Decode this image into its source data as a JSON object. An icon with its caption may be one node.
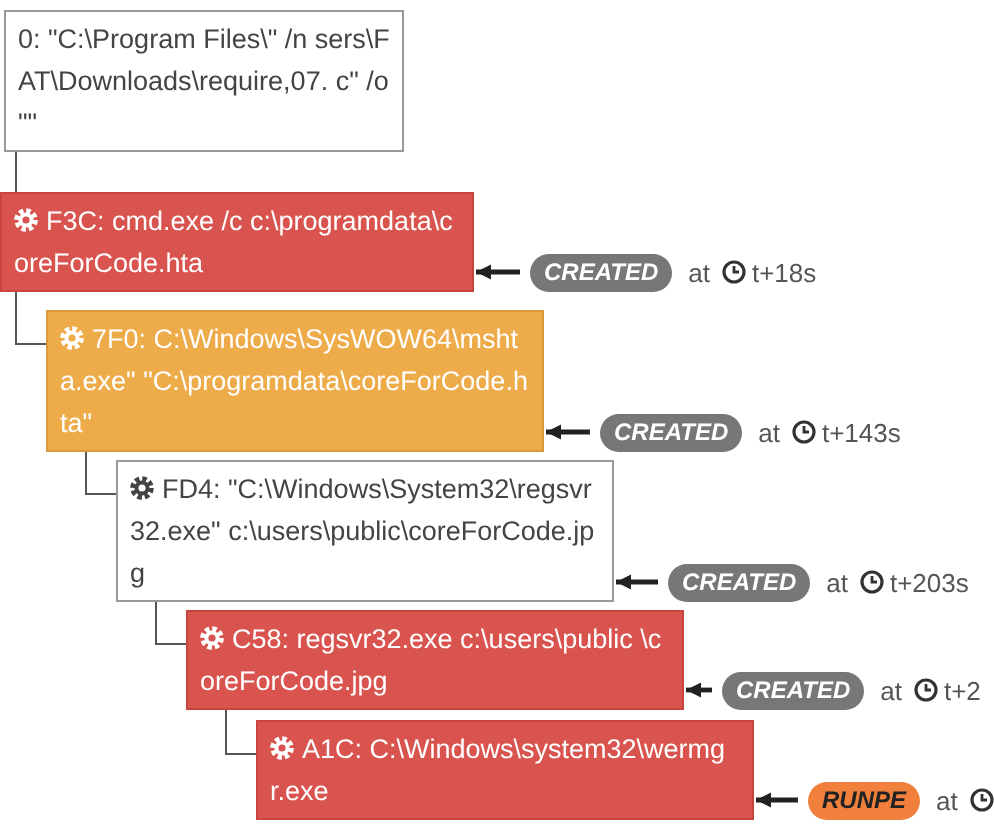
{
  "diagram": {
    "nodes": [
      {
        "text": [
          "0: \"C:\\Program Files\\\" /n sers\\FAT\\Downloads\\require,07. c\" /o \"\""
        ]
      },
      {
        "text": [
          "F3C: cmd.exe /c c:\\programdata\\coreForCode.hta"
        ]
      },
      {
        "text": [
          "7F0: C:\\Windows\\SysWOW64\\mshta.exe\" \"C:\\programdata\\coreForCode.hta\""
        ]
      },
      {
        "text": [
          "FD4: \"C:\\Windows\\System32\\regsvr32.exe\" c:\\users\\public\\coreForCode.jpg"
        ]
      },
      {
        "text": [
          "C58: regsvr32.exe c:\\users\\public \\coreForCode.jpg"
        ]
      },
      {
        "text": [
          "A1C: C:\\Windows\\system32\\wermgr.exe"
        ]
      },
      {
        "text": [
          "CREATED"
        ],
        "beside": [
          "at",
          "t+18s"
        ]
      },
      {
        "text": [
          "CREATED"
        ],
        "beside": [
          "at",
          "t+143s"
        ]
      },
      {
        "text": [
          "CREATED"
        ],
        "beside": [
          "at",
          "t+203s"
        ]
      },
      {
        "text": [
          "CREATED"
        ],
        "beside": [
          "at",
          "t+2"
        ]
      },
      {
        "text": [
          "RUNPE"
        ],
        "beside": [
          "at"
        ]
      }
    ],
    "edges": [
      {
        "from": 0,
        "to": 1,
        "arrow": "none"
      },
      {
        "from": 1,
        "to": 2,
        "arrow": "none"
      },
      {
        "from": 2,
        "to": 3,
        "arrow": "none"
      },
      {
        "from": 3,
        "to": 4,
        "arrow": "none"
      },
      {
        "from": 4,
        "to": 5,
        "arrow": "none"
      },
      {
        "from": 6,
        "to": 1,
        "arrow": "to"
      },
      {
        "from": 7,
        "to": 2,
        "arrow": "to"
      },
      {
        "from": 8,
        "to": 3,
        "arrow": "to"
      },
      {
        "from": 9,
        "to": 4,
        "arrow": "to"
      },
      {
        "from": 10,
        "to": 5,
        "arrow": "to"
      }
    ]
  }
}
